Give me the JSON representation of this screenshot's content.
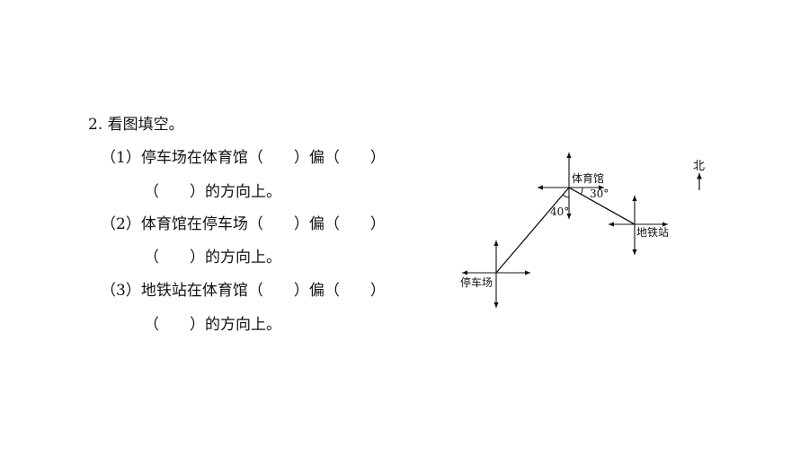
{
  "question": {
    "title": "2. 看图填空。",
    "items": [
      {
        "line1": "（1）停车场在体育馆（　　）偏（　　）",
        "line2": "（　　）的方向上。"
      },
      {
        "line1": "（2）体育馆在停车场（　　）偏（　　）",
        "line2": "（　　）的方向上。"
      },
      {
        "line1": "（3）地铁站在体育馆（　　）偏（　　）",
        "line2": "（　　）的方向上。"
      }
    ]
  },
  "diagram": {
    "north_label": "北",
    "places": {
      "stadium": "体育馆",
      "subway": "地铁站",
      "parking": "停车场"
    },
    "angles": {
      "stadium_subway": "30°",
      "stadium_parking": "40°"
    }
  }
}
